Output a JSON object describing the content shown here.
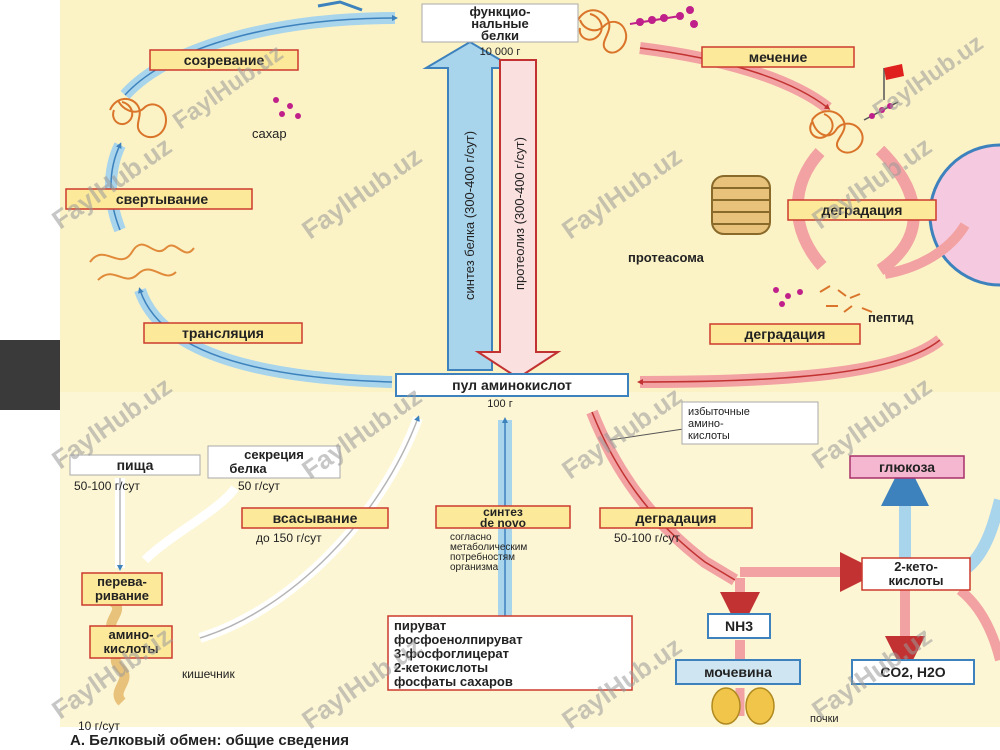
{
  "top": {
    "functional_proteins": [
      "функцио-",
      "нальные",
      "белки"
    ],
    "functional_proteins_amount": "10 000 г"
  },
  "cycle": {
    "maturation": "созревание",
    "sugar": "сахар",
    "folding": "свертывание",
    "translation": "трансляция",
    "labeling": "мечение",
    "degradation_1": "деградация",
    "proteasome": "протеасома",
    "peptide": "пептид",
    "degradation_2": "деградация"
  },
  "vertical": {
    "synthesis": "синтез белка (300-400 г/сут)",
    "proteolysis": "протеолиз (300-400 г/сут)"
  },
  "pool": {
    "label": "пул аминокислот",
    "amount": "100 г"
  },
  "bottom": {
    "food": "пища",
    "food_amount": "50-100 г/сут",
    "secretion": [
      "секреция",
      "белка"
    ],
    "secretion_amount": "50 г/сут",
    "absorption": "всасывание",
    "absorption_amount": "до 150 г/сут",
    "digestion": [
      "перева-",
      "ривание"
    ],
    "amino_acids": [
      "амино-",
      "кислоты"
    ],
    "intestine": "кишечник",
    "excretion_amount": "10 г/сут",
    "de_novo": [
      "синтез",
      "de novo"
    ],
    "de_novo_note": [
      "согласно",
      "метаболическим",
      "потребностям",
      "организма"
    ],
    "precursors": [
      "пируват",
      "фосфоенолпируват",
      "3-фосфоглицерат",
      "2-кетокислоты",
      "фосфаты сахаров"
    ],
    "excess": [
      "избыточные",
      "амино-",
      "кислоты"
    ],
    "degradation_3": "деградация",
    "degradation_amount": "50-100 г/сут",
    "glucose": "глюкоза",
    "keto_acids": [
      "2-кето-",
      "кислоты"
    ],
    "nh3": "NH3",
    "urea": "мочевина",
    "co2_h2o": "CO2, H2O",
    "kidneys": "почки",
    "caption": "А. Белковый обмен: общие сведения"
  },
  "watermark": "FaylHub.uz",
  "colors": {
    "panel_bg": "#fbf3c6",
    "label_box": "#fde99a",
    "label_border": "#cc3a2c",
    "blue_arrow": "#a8d4ec",
    "blue_edge": "#3d82bd",
    "pink_arrow": "#f2a2a2",
    "pink_edge": "#c23232",
    "protein": "#d9742a",
    "glucose_box": "#f4b7cf"
  }
}
